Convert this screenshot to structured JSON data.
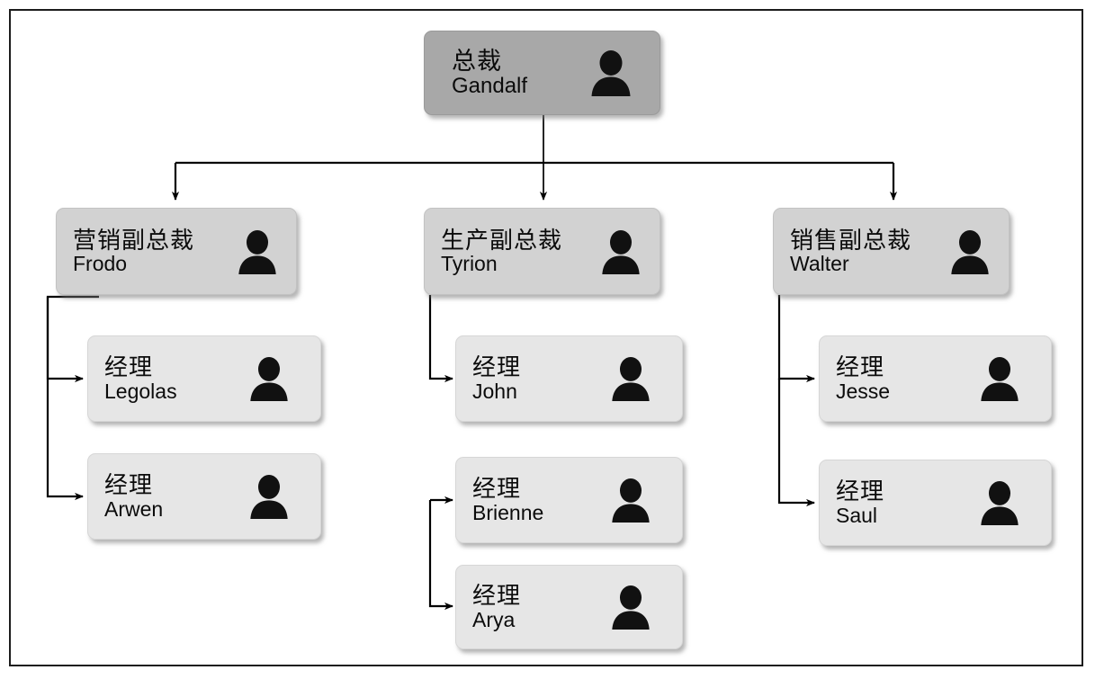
{
  "diagram": {
    "type": "org-chart",
    "title_cn_top": "总裁",
    "frame": {
      "border_color": "#1c1c1c"
    },
    "colors": {
      "ceo_fill": "#a8a8a8",
      "vp_fill": "#d2d2d2",
      "manager_fill": "#e6e6e6",
      "line": "#000000",
      "text": "#000000",
      "avatar": "#111111",
      "background": "#ffffff"
    },
    "icon_name": "person-silhouette-icon"
  },
  "nodes": {
    "ceo": {
      "role": "总裁",
      "name": "Gandalf",
      "icon": "person-silhouette-icon"
    },
    "vps": [
      {
        "role": "营销副总裁",
        "name": "Frodo",
        "icon": "person-silhouette-icon"
      },
      {
        "role": "生产副总裁",
        "name": "Tyrion",
        "icon": "person-silhouette-icon"
      },
      {
        "role": "销售副总裁",
        "name": "Walter",
        "icon": "person-silhouette-icon"
      }
    ],
    "managers": {
      "marketing": [
        {
          "role": "经理",
          "name": "Legolas",
          "icon": "person-silhouette-icon"
        },
        {
          "role": "经理",
          "name": "Arwen",
          "icon": "person-silhouette-icon"
        }
      ],
      "production": [
        {
          "role": "经理",
          "name": "John",
          "icon": "person-silhouette-icon"
        },
        {
          "role": "经理",
          "name": "Brienne",
          "icon": "person-silhouette-icon"
        },
        {
          "role": "经理",
          "name": "Arya",
          "icon": "person-silhouette-icon"
        }
      ],
      "sales": [
        {
          "role": "经理",
          "name": "Jesse",
          "icon": "person-silhouette-icon"
        },
        {
          "role": "经理",
          "name": "Saul",
          "icon": "person-silhouette-icon"
        }
      ]
    }
  }
}
